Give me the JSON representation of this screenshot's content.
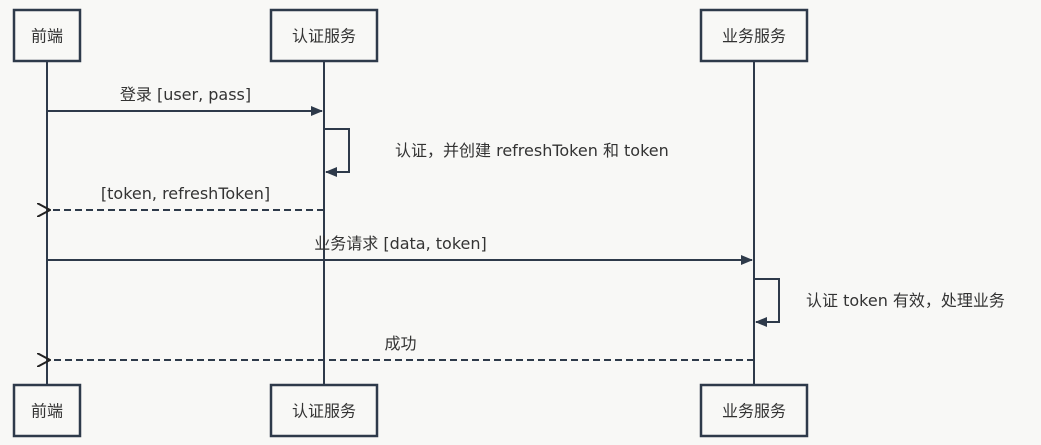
{
  "diagram": {
    "type": "sequence",
    "colors": {
      "line": "#2e3a4a",
      "text": "#333333",
      "background": "#f8f8f6"
    },
    "participants": [
      {
        "id": "fe",
        "label": "前端"
      },
      {
        "id": "auth",
        "label": "认证服务"
      },
      {
        "id": "biz",
        "label": "业务服务"
      }
    ],
    "messages": [
      {
        "from": "fe",
        "to": "auth",
        "label": "登录 [user, pass]",
        "style": "solid"
      },
      {
        "from": "auth",
        "to": "auth",
        "label": "认证，并创建 refreshToken 和 token",
        "style": "self"
      },
      {
        "from": "auth",
        "to": "fe",
        "label": "[token, refreshToken]",
        "style": "dashed"
      },
      {
        "from": "fe",
        "to": "biz",
        "label": "业务请求 [data, token]",
        "style": "solid"
      },
      {
        "from": "biz",
        "to": "biz",
        "label": "认证 token 有效，处理业务",
        "style": "self"
      },
      {
        "from": "biz",
        "to": "fe",
        "label": "成功",
        "style": "dashed"
      }
    ]
  }
}
